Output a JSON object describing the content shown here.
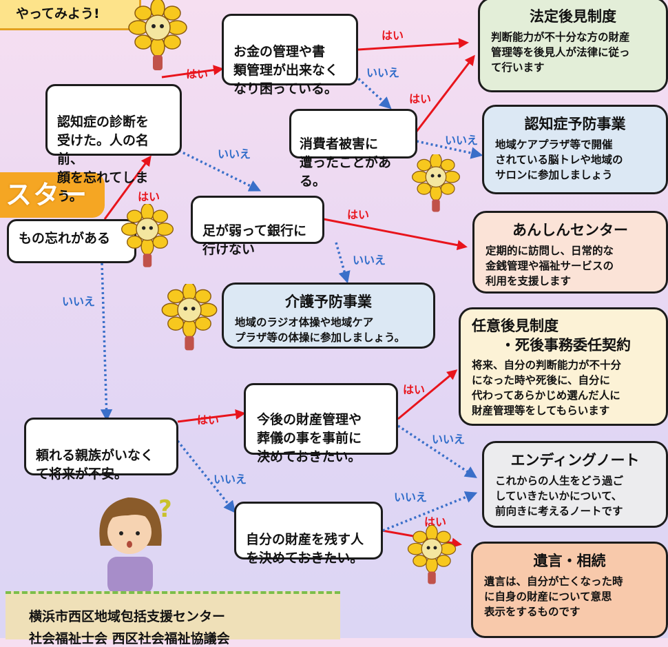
{
  "colors": {
    "yes": "#e8141c",
    "no": "#3a6fc9",
    "start": "#f5a623"
  },
  "intro": {
    "text": "やってみよう!"
  },
  "start": {
    "label": "スタート"
  },
  "q": {
    "forget": "もの忘れがある",
    "dementia": "認知症の診断を\n受けた。人の名前、\n顔を忘れてしまう。",
    "money": "お金の管理や書\n類管理が出来なく\nなり困っている。",
    "consumer": "消費者被害に\n遭ったことがある。",
    "legs": "足が弱って銀行に\n行けない",
    "relatives": "頼れる親族がいなく\nて将来が不安。",
    "future": "今後の財産管理や\n葬儀の事を事前に\n決めておきたい。",
    "inherit": "自分の財産を残す人\nを決めておきたい。"
  },
  "cards": {
    "guardian": {
      "title": "法定後見制度",
      "desc": "判断能力が不十分な方の財産\n管理等を後見人が法律に従っ\nて行います"
    },
    "prevention": {
      "title": "認知症予防事業",
      "desc": "地域ケアプラザ等で開催\nされている脳トレや地域の\nサロンに参加しましょう"
    },
    "anshin": {
      "title": "あんしんセンター",
      "desc": "定期的に訪問し、日常的な\n金銭管理や福祉サービスの\n利用を支援します"
    },
    "care": {
      "title": "介護予防事業",
      "desc": "地域のラジオ体操や地域ケア\nプラザ等の体操に参加しましょう。"
    },
    "voluntary": {
      "title": "任意後見制度\n　　・死後事務委任契約",
      "desc": "将来、自分の判断能力が不十分\nになった時や死後に、自分に\n代わってあらかじめ選んだ人に\n財産管理等をしてもらいます"
    },
    "ending": {
      "title": "エンディングノート",
      "desc": "これからの人生をどう過ご\nしていきたいかについて、\n前向きに考えるノートです"
    },
    "will": {
      "title": "遺言・相続",
      "desc": "遺言は、自分が亡くなった時\nに自身の財産について意思\n表示をするものです"
    }
  },
  "labels": {
    "yes": "はい",
    "no": "いいえ"
  },
  "footer": {
    "line1": "横浜市西区地域包括支援センター",
    "line2": "社会福祉士会 西区社会福祉協議会"
  }
}
